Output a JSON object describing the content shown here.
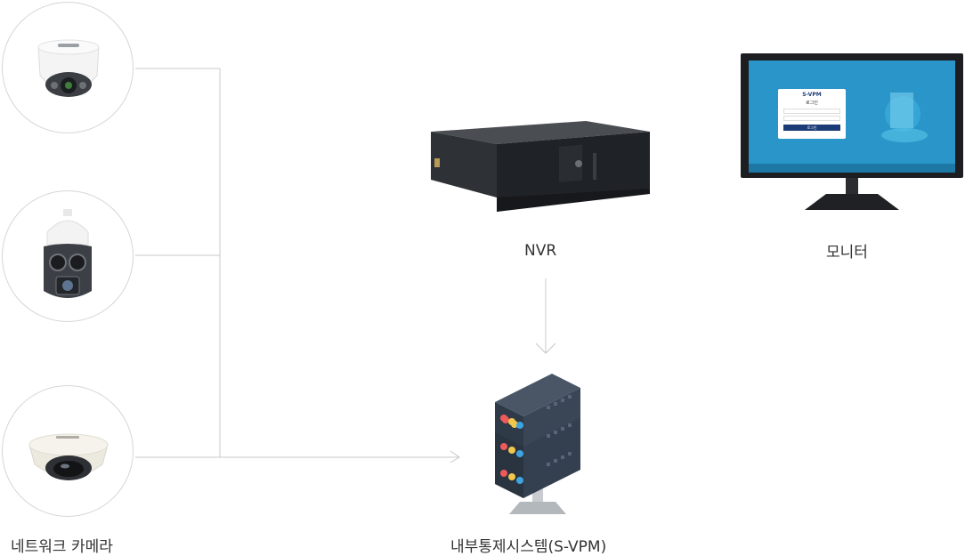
{
  "labels": {
    "cameras": "네트워크 카메라",
    "nvr": "NVR",
    "monitor": "모니터",
    "vms": "내부통제시스템(S-VPM)"
  },
  "monitor_screen": {
    "brand": "S-VPM",
    "login_title": "로그인",
    "login_button": "로그인"
  },
  "icons": {
    "dome_camera": "dome-camera-icon",
    "ptz_camera": "ptz-camera-icon",
    "fisheye_camera": "fisheye-camera-icon",
    "nvr": "nvr-recorder-icon",
    "monitor": "monitor-icon",
    "server": "server-stack-icon"
  },
  "colors": {
    "line": "#c8c8c8",
    "server_body": "#34404f",
    "led_red": "#ee5a5a",
    "led_yellow": "#f2c84b",
    "led_blue": "#3fa3e0"
  }
}
